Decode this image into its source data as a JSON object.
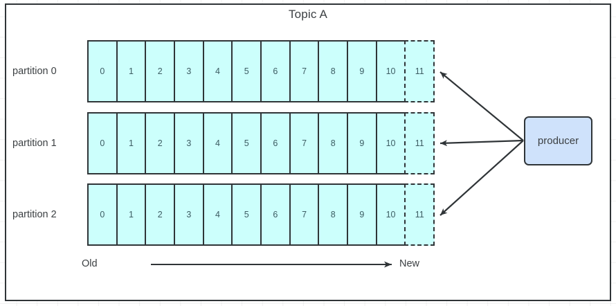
{
  "diagram": {
    "title": "Topic A",
    "frame_border_color": "#2f3437",
    "background": "#ffffff"
  },
  "colors": {
    "cell_fill": "#ccfffc",
    "cell_border": "#2f3437",
    "cell_text": "#3c5c62",
    "producer_fill": "#cfe2fb",
    "producer_border": "#2f3437",
    "label_text": "#3c4043",
    "arrow": "#2f3437"
  },
  "partitions": [
    {
      "label": "partition 0",
      "offsets": [
        "0",
        "1",
        "2",
        "3",
        "4",
        "5",
        "6",
        "7",
        "8",
        "9",
        "10"
      ],
      "pending_offset": "11"
    },
    {
      "label": "partition 1",
      "offsets": [
        "0",
        "1",
        "2",
        "3",
        "4",
        "5",
        "6",
        "7",
        "8",
        "9",
        "10"
      ],
      "pending_offset": "11"
    },
    {
      "label": "partition 2",
      "offsets": [
        "0",
        "1",
        "2",
        "3",
        "4",
        "5",
        "6",
        "7",
        "8",
        "9",
        "10"
      ],
      "pending_offset": "11"
    }
  ],
  "producer": {
    "label": "producer"
  },
  "axis": {
    "old_label": "Old",
    "new_label": "New"
  }
}
